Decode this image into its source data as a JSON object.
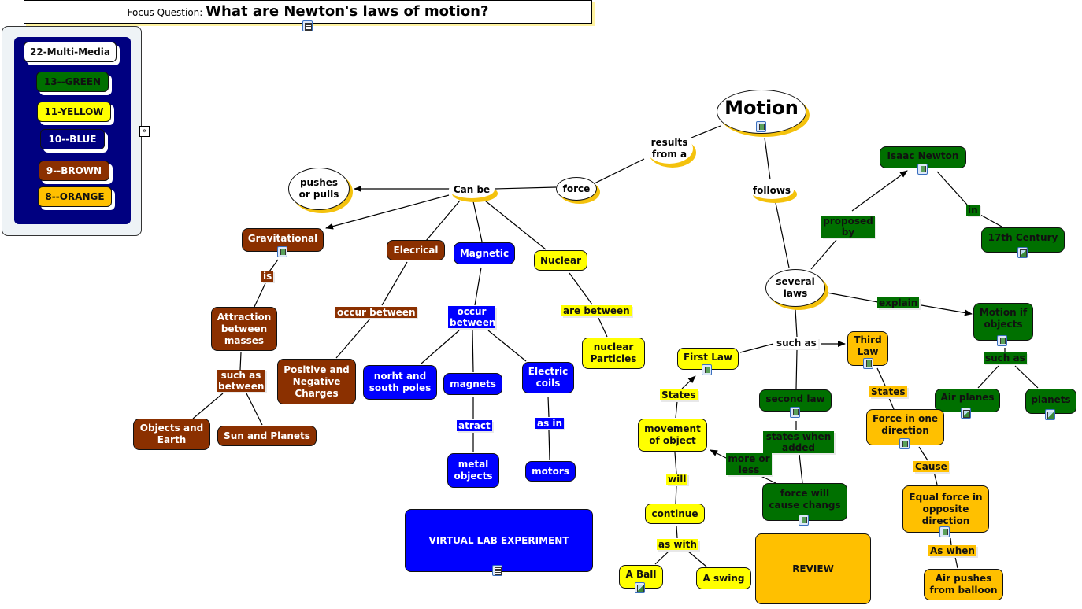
{
  "focus_question": {
    "prefix": "Focus Question:",
    "question": "What are Newton's laws of motion?"
  },
  "legend": {
    "items": [
      {
        "label": "22-Multi-Media",
        "color": "#ffffff"
      },
      {
        "label": "13--GREEN",
        "color": "#007000"
      },
      {
        "label": "11-YELLOW",
        "color": "#ffff00"
      },
      {
        "label": "10--BLUE",
        "color": "#000080"
      },
      {
        "label": "9--BROWN",
        "color": "#8b3000"
      },
      {
        "label": "8--ORANGE",
        "color": "#ffc000"
      }
    ],
    "collapse_glyph": "«"
  },
  "concepts": {
    "motion": "Motion",
    "force": "force",
    "pushes_or_pulls": "pushes or pulls",
    "gravitational": "Gravitational",
    "elecrical": "Elecrical",
    "magnetic": "Magnetic",
    "nuclear": "Nuclear",
    "attraction": "Attraction between masses",
    "objects_earth": "Objects and Earth",
    "sun_planets": "Sun and Planets",
    "pos_neg": "Positive and Negative Charges",
    "north_south": "norht and south poles",
    "magnets": "magnets",
    "electric_coils": "Electric coils",
    "metal_objects": "metal objects",
    "motors": "motors",
    "nuclear_particles": "nuclear Particles",
    "virtual_lab": "VIRTUAL LAB EXPERIMENT",
    "several_laws": "several laws",
    "isaac_newton": "Isaac Newton",
    "century": "17th Century",
    "motion_if_objects": "Motion if objects",
    "air_planes": "Air planes",
    "planets": "planets",
    "first_law": "First Law",
    "second_law": "second law",
    "third_law": "Third Law",
    "movement": "movement of object",
    "continue": "continue",
    "a_ball": "A Ball",
    "a_swing": "A swing",
    "force_changes": "force will cause changs",
    "review": "REVIEW",
    "force_one_dir": "Force in one direction",
    "equal_force": "Equal force in opposite direction",
    "air_pushes": "Air pushes from balloon"
  },
  "linking_phrases": {
    "results_from_a": "results from a",
    "can_be": "Can be",
    "follows": "follows",
    "is": "is",
    "such_as_between": "such as between",
    "occur_between_brown": "occur between",
    "occur_between_blue": "occur between",
    "atract": "atract",
    "as_in": "as in",
    "are_between": "are between",
    "proposed_by": "proposed by",
    "in": "in",
    "explain": "explain",
    "such_as_green": "such as",
    "such_as_laws": "such as",
    "states_first": "States",
    "will": "will",
    "as_with": "as with",
    "more_or_less": "more or less",
    "states_when_added": "states when added",
    "states_third": "States",
    "cause": "Cause",
    "as_when": "As when"
  },
  "resource_icons": {
    "film": "film-icon",
    "image": "image-icon",
    "document": "document-icon"
  }
}
